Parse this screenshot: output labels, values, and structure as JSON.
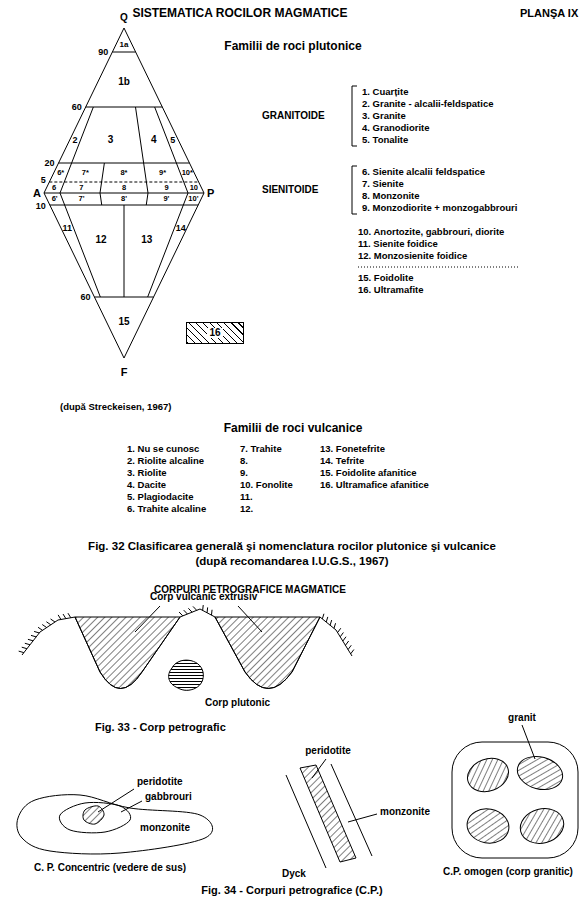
{
  "diagram": {
    "title": "SISTEMATICA ROCILOR MAGMATICE",
    "nodes": [
      {
        "text": [
          "16"
        ]
      }
    ],
    "labels": [
      "PLANŞA IX",
      "Q",
      "Familii de roci plutonice",
      "90",
      "1a",
      "1b",
      "60",
      "2",
      "3",
      "4",
      "5",
      "1. Cuarțite",
      "2. Granite - alcalii-feldspatice",
      "3. Granite",
      "4. Granodiorite",
      "5. Tonalite",
      "GRANITOIDE",
      "20",
      "6*",
      "7*",
      "8*",
      "9*",
      "10*",
      "5",
      "A",
      "6",
      "7",
      "8",
      "9",
      "10",
      "P",
      "10",
      "6'",
      "7'",
      "8'",
      "9'",
      "10'",
      "6. Sienite alcalii feldspatice",
      "7. Sienite",
      "8. Monzonite",
      "9. Monzodiorite + monzogabbrouri",
      "SIENITOIDE",
      "10. Anortozite, gabbrouri, diorite",
      "11. Sienite foidice",
      "12. Monzosienite foidice",
      "11",
      "12",
      "13",
      "14",
      "60",
      "15",
      "15. Foidolite",
      "16. Ultramafite",
      "F",
      "(după Streckeisen, 1967)",
      "Familii de roci vulcanice",
      "1. Nu se cunosc",
      "2. Riolite alcaline",
      "3. Riolite",
      "4. Dacite",
      "5. Plagiodacite",
      "6. Trahite alcaline",
      "7. Trahite",
      "8.",
      "9.",
      "10. Fonolite",
      "11.",
      "12.",
      "13. Fonetefrite",
      "14. Tefrite",
      "15. Foidolite afanitice",
      "16. Ultramafice afanitice",
      "Fig. 32 Clasificarea generală şi nomenclatura rocilor plutonice şi vulcanice",
      "(după recomandarea I.U.G.S., 1967)",
      "CORPURI PETROGRAFICE MAGMATICE",
      "Corp vulcanic extrusiv",
      "Corp plutonic",
      "Fig. 33 - Corp petrografic",
      "peridotite",
      "gabbrouri",
      "monzonite",
      "C. P. Concentric (vedere de sus)",
      "peridotite",
      "monzonite",
      "Dyck",
      "granit",
      "C.P. omogen (corp granitic)",
      "Fig. 34 - Corpuri petrografice (C.P.)"
    ]
  }
}
